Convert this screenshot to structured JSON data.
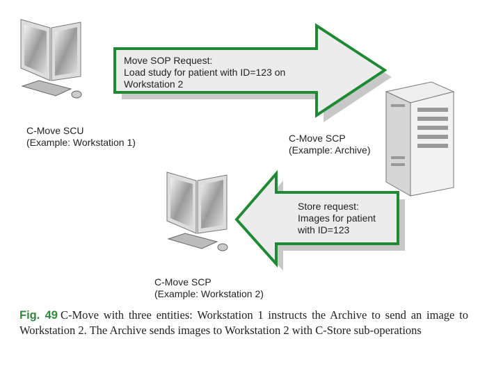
{
  "colors": {
    "arrow_border": "#1f8a34",
    "arrow_fill": "#ececec",
    "shadow": "#c8c8c8",
    "caption_label": "#2e8b3e"
  },
  "arrows": {
    "move_request": {
      "line1": "Move SOP Request:",
      "line2": "Load study for patient with ID=123 on",
      "line3": "Workstation 2"
    },
    "store_request": {
      "line1": "Store request:",
      "line2": "Images for patient",
      "line3": "with ID=123"
    }
  },
  "entities": {
    "scu": {
      "line1": "C-Move SCU",
      "line2": "(Example: Workstation 1)"
    },
    "archive": {
      "line1": "C-Move SCP",
      "line2": "(Example: Archive)"
    },
    "ws2": {
      "line1": "C-Move SCP",
      "line2": "(Example: Workstation 2)"
    }
  },
  "caption": {
    "label": "Fig. 49",
    "text": "C-Move with three entities: Workstation 1 instructs the Archive to send an image to Workstation 2. The Archive sends images to Workstation 2 with C-Store sub-operations"
  }
}
